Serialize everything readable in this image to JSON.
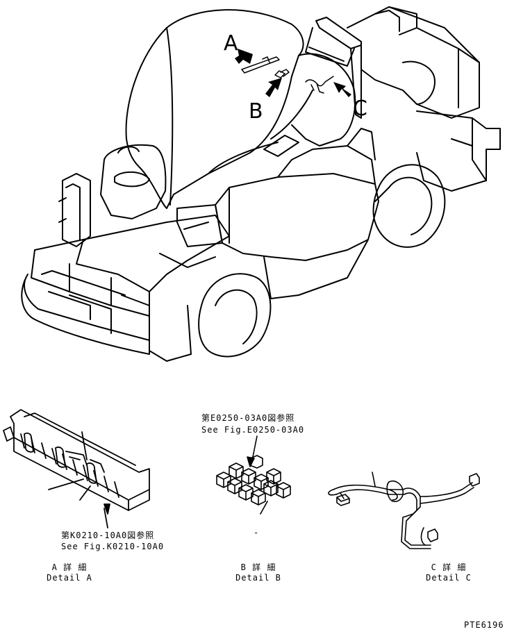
{
  "callouts": {
    "a": "A",
    "b": "B",
    "c": "C"
  },
  "detail_b_ref": {
    "jp": "第E0250-03A0図参照",
    "en": "See Fig.E0250-03A0"
  },
  "detail_a_ref": {
    "jp": "第K0210-10A0図参照",
    "en": "See Fig.K0210-10A0"
  },
  "captions": {
    "a": {
      "jp": "A 詳 細",
      "en": "Detail A"
    },
    "b": {
      "jp": "B 詳 細",
      "en": "Detail B"
    },
    "c": {
      "jp": "C 詳 細",
      "en": "Detail C"
    }
  },
  "stray_mark": "-",
  "drawing_number": "PTE6196"
}
